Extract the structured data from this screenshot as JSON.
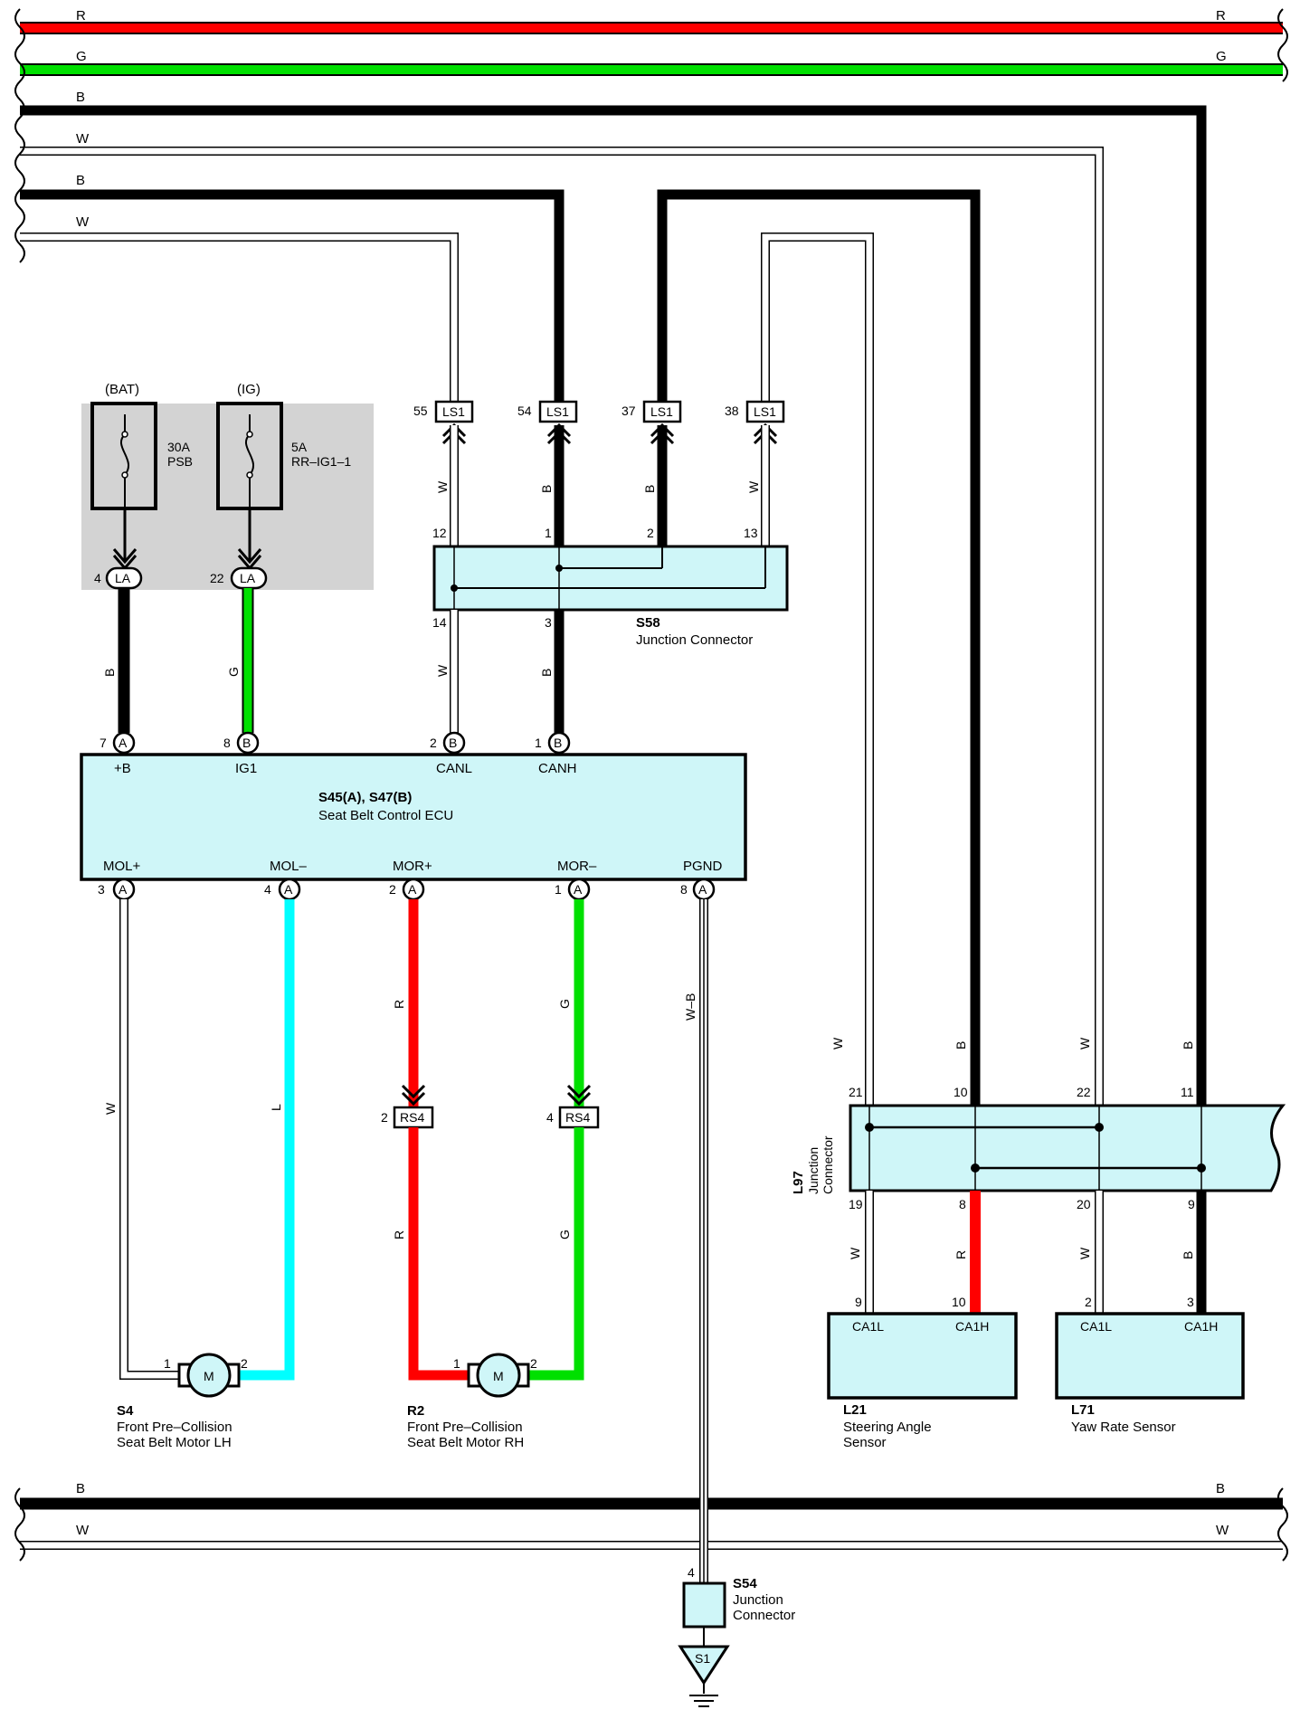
{
  "bus_wires": [
    {
      "label_left": "R",
      "label_right": "R",
      "color": "#ff0000"
    },
    {
      "label_left": "G",
      "label_right": "G",
      "color": "#00e000"
    },
    {
      "label_left": "B",
      "label_right": "",
      "color": "#000000"
    },
    {
      "label_left": "W",
      "label_right": "",
      "color": "#ffffff"
    },
    {
      "label_left": "B",
      "label_right": "",
      "color": "#000000"
    },
    {
      "label_left": "W",
      "label_right": "",
      "color": "#ffffff"
    },
    {
      "label_left": "B",
      "label_right": "B",
      "color": "#000000"
    },
    {
      "label_left": "W",
      "label_right": "W",
      "color": "#ffffff"
    }
  ],
  "fuse_box": {
    "fuses": [
      {
        "source": "(BAT)",
        "rating": "30A",
        "name": "PSB",
        "pin": "4",
        "connector": "LA"
      },
      {
        "source": "(IG)",
        "rating": "5A",
        "name": "RR–IG1–1",
        "pin": "22",
        "connector": "LA"
      }
    ]
  },
  "ls1_connectors": [
    {
      "pin": "55",
      "label": "LS1",
      "wire": "W"
    },
    {
      "pin": "54",
      "label": "LS1",
      "wire": "B"
    },
    {
      "pin": "37",
      "label": "LS1",
      "wire": "B"
    },
    {
      "pin": "38",
      "label": "LS1",
      "wire": "W"
    }
  ],
  "s58": {
    "id": "S58",
    "name": "Junction Connector",
    "top_pins": [
      "12",
      "1",
      "2",
      "13"
    ],
    "bottom_pins": [
      "14",
      "3"
    ],
    "bottom_wires": [
      "W",
      "B"
    ]
  },
  "ecu": {
    "id": "S45(A), S47(B)",
    "name": "Seat Belt Control ECU",
    "top_pins": [
      {
        "num": "7",
        "conn": "A",
        "label": "+B",
        "wire": "B",
        "color": "#000000"
      },
      {
        "num": "8",
        "conn": "B",
        "label": "IG1",
        "wire": "G",
        "color": "#00e000"
      },
      {
        "num": "2",
        "conn": "B",
        "label": "CANL",
        "wire": "W",
        "color": "#ffffff"
      },
      {
        "num": "1",
        "conn": "B",
        "label": "CANH",
        "wire": "B",
        "color": "#000000"
      }
    ],
    "bottom_pins": [
      {
        "num": "3",
        "conn": "A",
        "label": "MOL+",
        "wire": "W",
        "color": "#ffffff"
      },
      {
        "num": "4",
        "conn": "A",
        "label": "MOL–",
        "wire": "L",
        "color": "#00ffff"
      },
      {
        "num": "2",
        "conn": "A",
        "label": "MOR+",
        "wire": "R",
        "color": "#ff0000"
      },
      {
        "num": "1",
        "conn": "A",
        "label": "MOR–",
        "wire": "G",
        "color": "#00e000"
      },
      {
        "num": "8",
        "conn": "A",
        "label": "PGND",
        "wire": "W–B",
        "color": "#ffffff"
      }
    ]
  },
  "rs4_connectors": [
    {
      "pin": "2",
      "label": "RS4",
      "wire_below": "R"
    },
    {
      "pin": "4",
      "label": "RS4",
      "wire_below": "G"
    }
  ],
  "motors": [
    {
      "id": "S4",
      "name_line1": "Front Pre–Collision",
      "name_line2": "Seat Belt Motor LH",
      "symbol": "M",
      "pin_left": "1",
      "pin_right": "2"
    },
    {
      "id": "R2",
      "name_line1": "Front Pre–Collision",
      "name_line2": "Seat Belt Motor RH",
      "symbol": "M",
      "pin_left": "1",
      "pin_right": "2"
    }
  ],
  "l97": {
    "id": "L97",
    "name_line1": "Junction",
    "name_line2": "Connector",
    "top_pins": [
      "21",
      "10",
      "22",
      "11"
    ],
    "top_wires": [
      "W",
      "B",
      "W",
      "B"
    ],
    "bottom_pins": [
      "19",
      "8",
      "20",
      "9"
    ],
    "bottom_wires": [
      "W",
      "R",
      "W",
      "B"
    ]
  },
  "sensors": [
    {
      "id": "L21",
      "name_line1": "Steering Angle",
      "name_line2": "Sensor",
      "pin_left": "9",
      "pin_right": "10",
      "term_left": "CA1L",
      "term_right": "CA1H"
    },
    {
      "id": "L71",
      "name_line1": "Yaw Rate Sensor",
      "name_line2": "",
      "pin_left": "2",
      "pin_right": "3",
      "term_left": "CA1L",
      "term_right": "CA1H"
    }
  ],
  "s54": {
    "id": "S54",
    "name_line1": "Junction",
    "name_line2": "Connector",
    "pin": "4"
  },
  "ground": {
    "label": "S1"
  }
}
